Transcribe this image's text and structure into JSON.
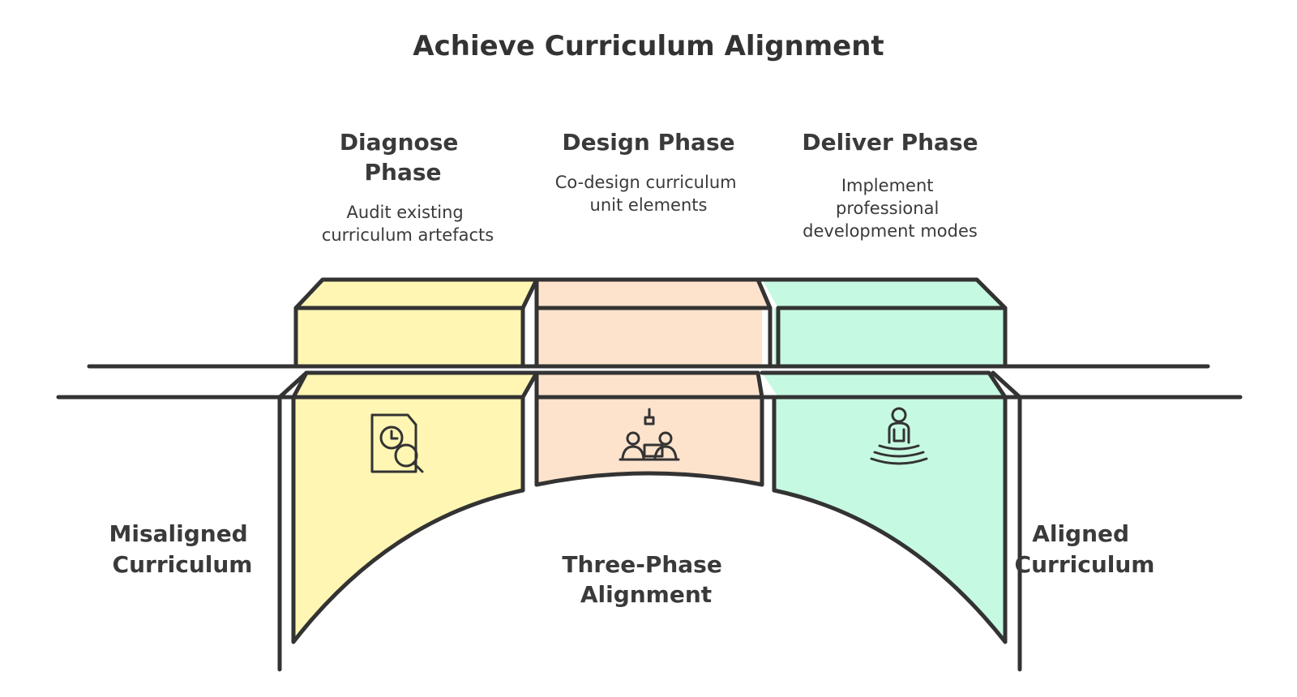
{
  "title": "Achieve Curriculum Alignment",
  "phases": [
    {
      "heading_lines": [
        "Diagnose",
        "Phase"
      ],
      "description_lines": [
        "Audit existing",
        "curriculum artefacts"
      ],
      "icon": "document-search-icon",
      "color": "#fff6b3"
    },
    {
      "heading_lines": [
        "Design Phase"
      ],
      "description_lines": [
        "Co-design curriculum",
        "unit elements"
      ],
      "icon": "collaboration-icon",
      "color": "#fde3cc"
    },
    {
      "heading_lines": [
        "Deliver Phase"
      ],
      "description_lines": [
        "Implement",
        "professional",
        "development modes"
      ],
      "icon": "presenter-icon",
      "color": "#c6f9e1"
    }
  ],
  "left_label_lines": [
    "Misaligned",
    "Curriculum"
  ],
  "center_label_lines": [
    "Three-Phase",
    "Alignment"
  ],
  "right_label_lines": [
    "Aligned",
    "Curriculum"
  ],
  "colors": {
    "stroke": "#333333",
    "yellow": "#fff6b3",
    "peach": "#fde3cc",
    "mint": "#c6f9e1"
  }
}
